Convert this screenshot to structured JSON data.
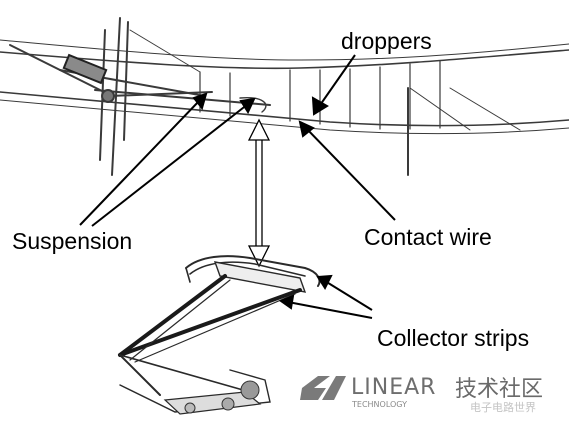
{
  "labels": {
    "droppers": "droppers",
    "suspension": "Suspension",
    "contact_wire": "Contact wire",
    "collector_strips": "Collector strips"
  },
  "watermark": {
    "brand": "LINEAR",
    "sub": "TECHNOLOGY",
    "cn": "技术社区",
    "faint": "电子电路世界"
  },
  "colors": {
    "ink": "#000000",
    "sketch": "#3a3a3a",
    "watermark": "#6b6b6b"
  }
}
